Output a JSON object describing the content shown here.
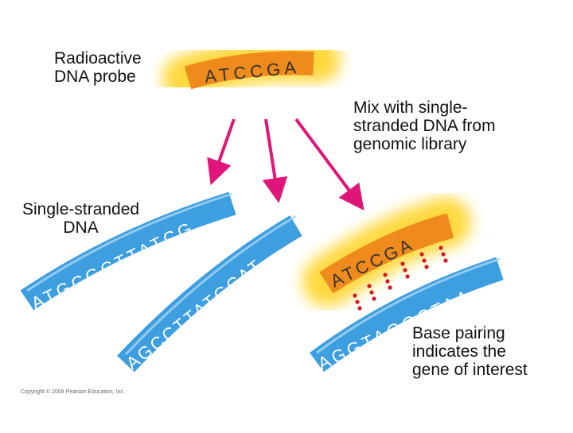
{
  "labels": {
    "probe": [
      "Radioactive",
      "DNA probe"
    ],
    "mix": [
      "Mix with single-",
      "stranded DNA from",
      "genomic library"
    ],
    "single": [
      "Single-stranded",
      "DNA"
    ],
    "pairing": [
      "Base pairing",
      "indicates the",
      "gene of interest"
    ]
  },
  "copyright": "Copyright © 2009 Pearson Education, Inc.",
  "sequences": {
    "probe": "ATCCGA",
    "strand_left": "ATGCGCTTATCG",
    "strand_middle": "AGCCTTATGCAT",
    "strand_right_probe": "ATCCGA",
    "strand_right": "AGGTAGGCTAA"
  },
  "colors": {
    "strand": "#3d9ee0",
    "probe": "#ef8a1c",
    "glow": "#ffd21a",
    "arrow": "#e0157a",
    "bond": "#d6181f",
    "letter": "#ffffff",
    "probe_letter": "#333333"
  },
  "icons": [
    "arrow-icon"
  ]
}
